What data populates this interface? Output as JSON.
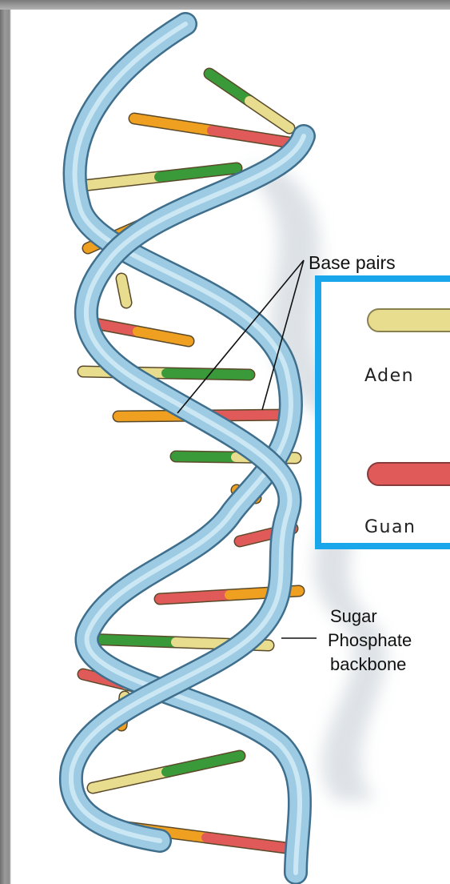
{
  "labels": {
    "base_pairs": "Base pairs",
    "sugar_line1": "Sugar",
    "sugar_line2": "Phosphate",
    "sugar_line3": "backbone"
  },
  "legend": {
    "items": [
      {
        "label": "Aden",
        "color": "#e8dc8e"
      },
      {
        "label": "Guan",
        "color": "#e05a5a"
      }
    ],
    "border_color": "#19a6ea"
  },
  "colors": {
    "backbone": "#9ccbe3",
    "backbone_edge": "#3f6f8c",
    "adenine": "#e8dc8e",
    "thymine": "#f0a020",
    "guanine": "#e05a5a",
    "cytosine": "#3a9a3a"
  }
}
